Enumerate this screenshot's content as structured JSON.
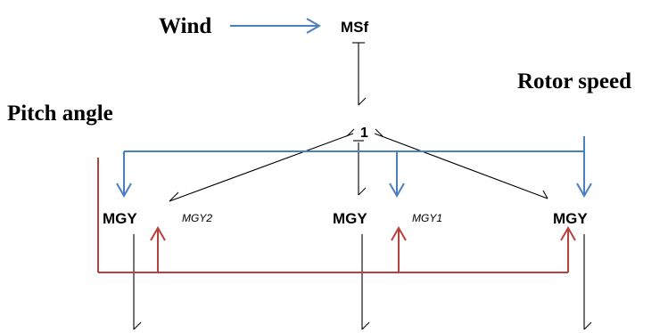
{
  "inputs": {
    "wind": "Wind",
    "pitch_angle": "Pitch angle",
    "rotor_speed": "Rotor speed"
  },
  "source": {
    "label": "MSf"
  },
  "junction": {
    "label": "1"
  },
  "gyrators": [
    {
      "label": "MGY",
      "name": "MGY2"
    },
    {
      "label": "MGY",
      "name": "MGY1"
    },
    {
      "label": "MGY",
      "name": ""
    }
  ],
  "colors": {
    "bond": "#000000",
    "rotor_speed_signal": "#4a7fc0",
    "pitch_angle_signal": "#b9413d",
    "wind_signal": "#4a7fc0"
  }
}
